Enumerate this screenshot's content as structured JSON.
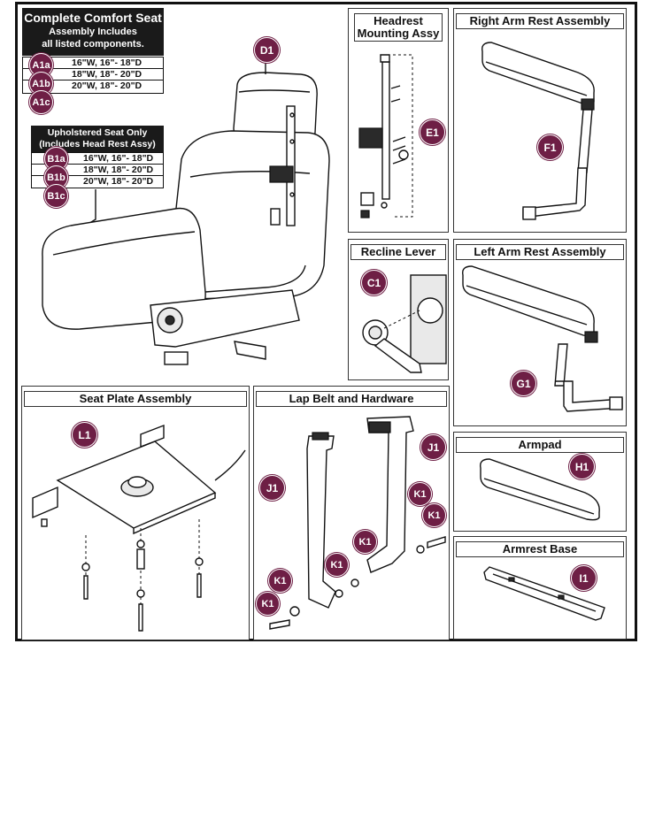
{
  "complete_seat": {
    "title": "Complete Comfort Seat",
    "line1": "Assembly Includes",
    "line2": "all listed components.",
    "items": [
      {
        "code": "A1a",
        "size": "16\"W, 16\"- 18\"D"
      },
      {
        "code": "A1b",
        "size": "18\"W, 18\"- 20\"D"
      },
      {
        "code": "A1c",
        "size": "20\"W, 18\"- 20\"D"
      }
    ]
  },
  "upholstered_seat": {
    "line1": "Upholstered Seat Only",
    "line2": "(Includes Head Rest Assy)",
    "items": [
      {
        "code": "B1a",
        "size": "16\"W, 16\"- 18\"D"
      },
      {
        "code": "B1b",
        "size": "18\"W, 18\"- 20\"D"
      },
      {
        "code": "B1c",
        "size": "20\"W, 18\"- 20\"D"
      }
    ]
  },
  "seat_labels": {
    "headrest": "D1"
  },
  "panels": {
    "headrest_mount": {
      "title_line1": "Headrest",
      "title_line2": "Mounting Assy",
      "label": "E1"
    },
    "right_arm": {
      "title": "Right Arm Rest Assembly",
      "label": "F1"
    },
    "recline": {
      "title": "Recline Lever",
      "label": "C1"
    },
    "left_arm": {
      "title": "Left Arm Rest Assembly",
      "label": "G1"
    },
    "armpad": {
      "title": "Armpad",
      "label": "H1"
    },
    "armrest_base": {
      "title": "Armrest Base",
      "label": "I1"
    },
    "seat_plate": {
      "title": "Seat Plate Assembly",
      "label": "L1"
    },
    "lap_belt": {
      "title": "Lap Belt and Hardware",
      "belt_label": "J1",
      "hardware_label": "K1"
    }
  },
  "colors": {
    "badge": "#6e1f45",
    "dark_header": "#1a1a1a",
    "line": "#111111"
  }
}
